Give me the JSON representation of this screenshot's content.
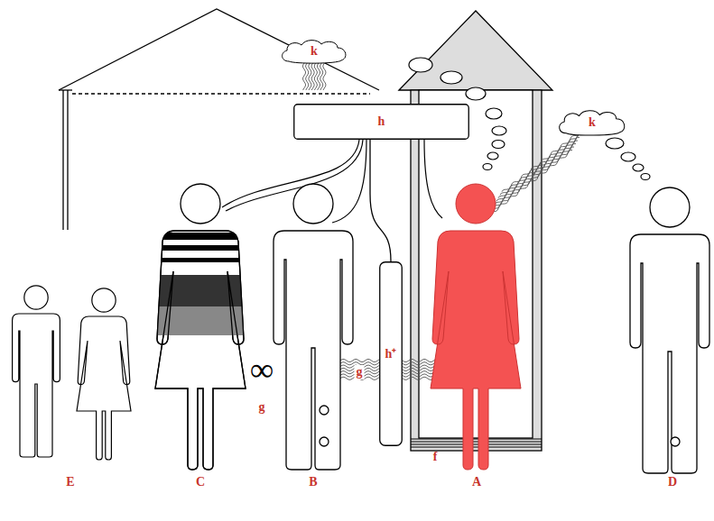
{
  "diagram": {
    "nodes": [
      {
        "text": [
          "k"
        ]
      },
      {
        "text": [
          "h"
        ]
      },
      {
        "text": [
          "k"
        ]
      },
      {
        "text": [
          "h⁺"
        ]
      }
    ],
    "edges": [
      {
        "from": 1,
        "to": 3,
        "arrow": "none"
      }
    ],
    "labels": [
      "∞",
      "g",
      "g",
      "f",
      "E",
      "C",
      "B",
      "A",
      "D"
    ]
  }
}
